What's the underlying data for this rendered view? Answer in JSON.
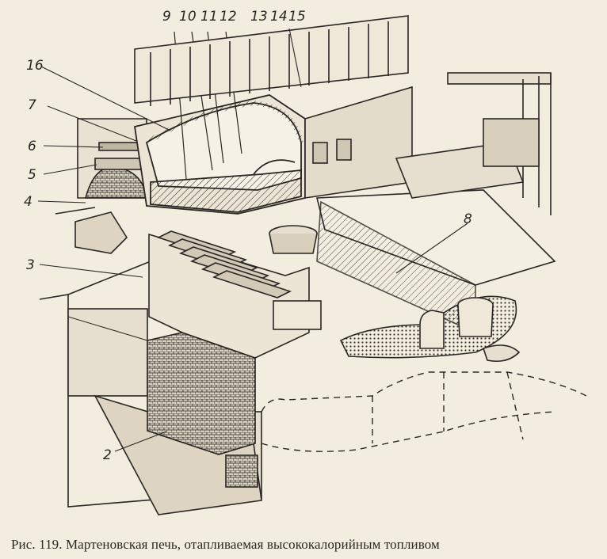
{
  "figure": {
    "caption": "Рис. 119. Мартеновская печь, отапливаемая высококалорийным топливом",
    "labels": [
      {
        "id": "2",
        "text": "2"
      },
      {
        "id": "3",
        "text": "3"
      },
      {
        "id": "4",
        "text": "4"
      },
      {
        "id": "5",
        "text": "5"
      },
      {
        "id": "6",
        "text": "6"
      },
      {
        "id": "7",
        "text": "7"
      },
      {
        "id": "8",
        "text": "8"
      },
      {
        "id": "9",
        "text": "9"
      },
      {
        "id": "10",
        "text": "10"
      },
      {
        "id": "11",
        "text": "11"
      },
      {
        "id": "12",
        "text": "12"
      },
      {
        "id": "13",
        "text": "13"
      },
      {
        "id": "14",
        "text": "14"
      },
      {
        "id": "15",
        "text": "15"
      },
      {
        "id": "16",
        "text": "16"
      }
    ],
    "colors": {
      "ink": "#2a2624",
      "paper": "#f3ede0",
      "shade": "#cfc6b4",
      "dark": "#5a534c"
    }
  }
}
